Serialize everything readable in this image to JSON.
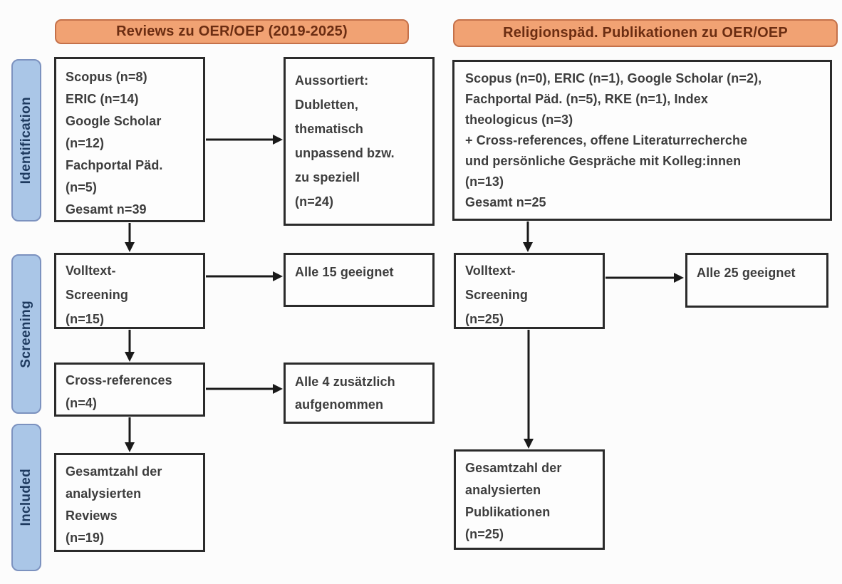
{
  "headers": {
    "left": "Reviews zu OER/OEP (2019-2025)",
    "right": "Religionspäd. Publikationen zu OER/OEP"
  },
  "stages": {
    "identification": "Identification",
    "screening": "Screening",
    "included": "Included"
  },
  "left_flow": {
    "sources": {
      "lines": [
        "Scopus (n=8)",
        "ERIC (n=14)",
        "Google Scholar",
        "(n=12)",
        "Fachportal Päd.",
        "(n=5)",
        "Gesamt n=39"
      ]
    },
    "excluded": {
      "lines": [
        "Aussortiert:",
        "Dubletten,",
        "thematisch",
        "unpassend bzw.",
        "zu speziell",
        "(n=24)"
      ]
    },
    "fulltext_screening": {
      "lines": [
        "Volltext-",
        "Screening",
        "(n=15)"
      ]
    },
    "fulltext_result": {
      "lines": [
        "Alle 15 geeignet"
      ]
    },
    "cross_references": {
      "lines": [
        "Cross-references",
        "(n=4)"
      ]
    },
    "cross_references_result": {
      "lines": [
        "Alle 4 zusätzlich",
        "aufgenommen"
      ]
    },
    "included_total": {
      "lines": [
        "Gesamtzahl der",
        "analysierten",
        "Reviews",
        "(n=19)"
      ]
    }
  },
  "right_flow": {
    "sources": {
      "lines": [
        "Scopus (n=0), ERIC (n=1), Google Scholar (n=2),",
        "Fachportal Päd. (n=5), RKE (n=1), Index",
        "theologicus (n=3)",
        "+ Cross-references, offene Literaturrecherche",
        "und persönliche Gespräche mit Kolleg:innen",
        "(n=13)",
        "Gesamt n=25"
      ]
    },
    "fulltext_screening": {
      "lines": [
        "Volltext-",
        "Screening",
        "(n=25)"
      ]
    },
    "fulltext_result": {
      "lines": [
        "Alle 25 geeignet"
      ]
    },
    "included_total": {
      "lines": [
        "Gesamtzahl der",
        "analysierten",
        "Publikationen",
        "(n=25)"
      ]
    }
  },
  "colors": {
    "header_fill": "#F1A273",
    "header_border": "#C4714A",
    "header_text": "#6B2D12",
    "stage_fill": "#AAC6E7",
    "stage_border": "#7C92BF",
    "stage_text": "#1E3A5F",
    "box_border": "#2B2B2B",
    "box_text": "#3D3D3D",
    "arrow": "#1A1A1A",
    "background": "#FCFCFC"
  }
}
